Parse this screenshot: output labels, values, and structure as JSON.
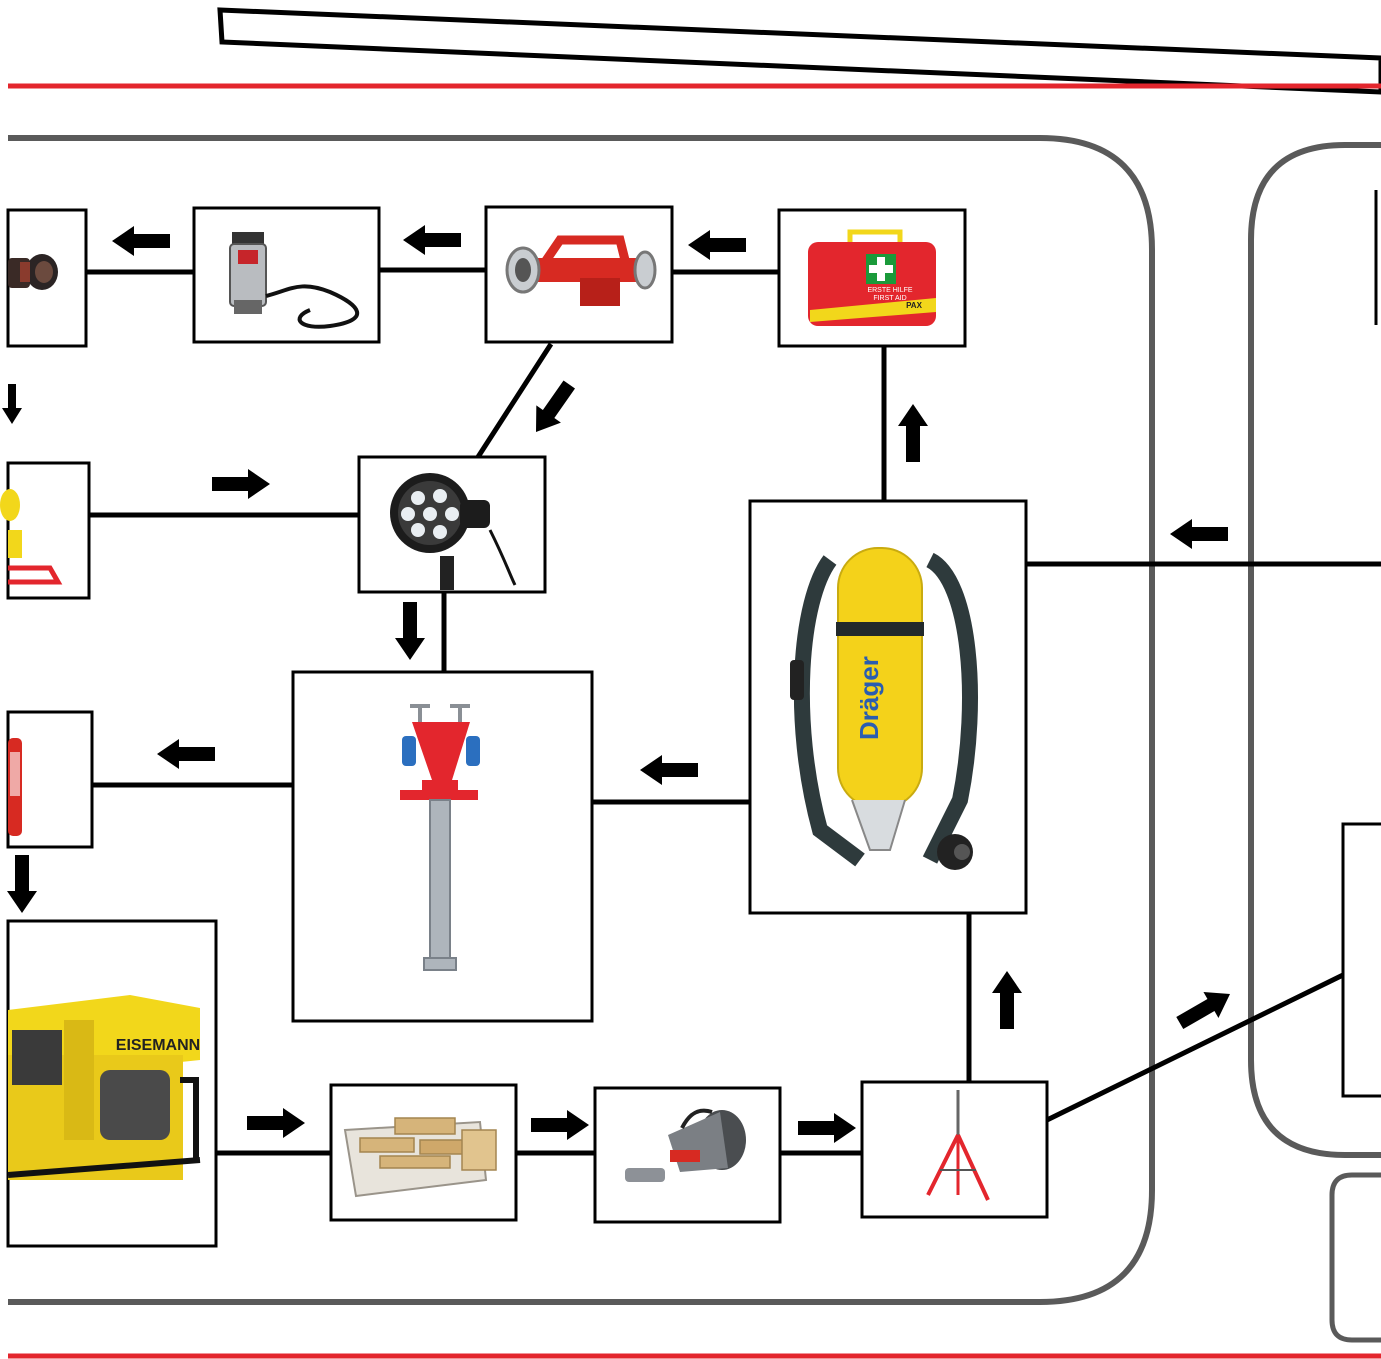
{
  "colors": {
    "accent_red": "#e3262d",
    "frame_grey": "#5a5a5a",
    "line": "#000000",
    "yellow": "#f2d71b",
    "red_item": "#d72a22",
    "steel": "#9aa0a6"
  },
  "labels": {
    "first_aid_line1": "ERSTE HILFE",
    "first_aid_line2": "FIRST AID",
    "first_aid_brand": "PAX",
    "scba_brand": "Dräger",
    "generator_brand": "EISEMANN"
  },
  "items": [
    {
      "id": "coupling",
      "icon": "hose-coupling-icon"
    },
    {
      "id": "pump",
      "icon": "submersible-pump-icon"
    },
    {
      "id": "collecting-head",
      "icon": "collecting-head-icon"
    },
    {
      "id": "first-aid-kit",
      "icon": "first-aid-kit-icon"
    },
    {
      "id": "hazard-lamp",
      "icon": "warning-lamp-icon"
    },
    {
      "id": "work-light",
      "icon": "work-light-icon"
    },
    {
      "id": "hydrant",
      "icon": "standpipe-hydrant-icon"
    },
    {
      "id": "scba",
      "icon": "breathing-apparatus-icon"
    },
    {
      "id": "extinguisher",
      "icon": "fire-extinguisher-icon"
    },
    {
      "id": "generator",
      "icon": "generator-icon"
    },
    {
      "id": "wood-crate",
      "icon": "wooden-blocks-crate-icon"
    },
    {
      "id": "fan-nozzle",
      "icon": "smoke-nozzle-icon"
    },
    {
      "id": "tripod",
      "icon": "tripod-stand-icon"
    },
    {
      "id": "right-box",
      "icon": "blank-box-icon"
    }
  ]
}
